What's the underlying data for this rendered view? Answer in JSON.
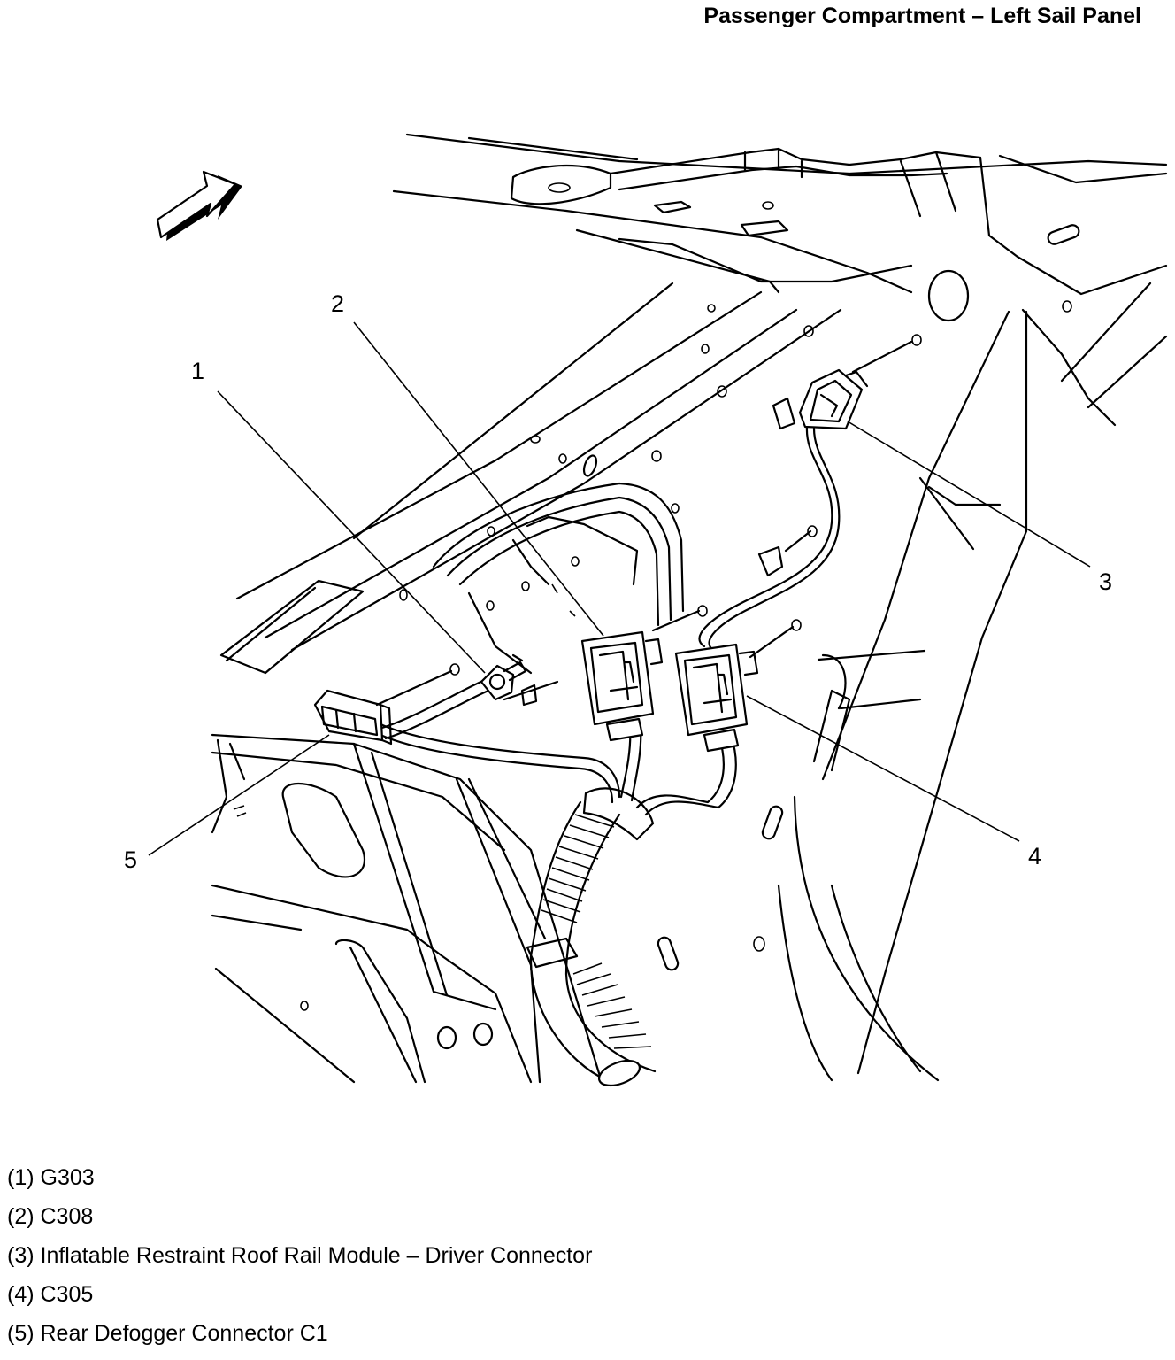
{
  "header": {
    "title": "Passenger Compartment – Left Sail Panel"
  },
  "callouts": [
    {
      "number": "1"
    },
    {
      "number": "2"
    },
    {
      "number": "3"
    },
    {
      "number": "4"
    },
    {
      "number": "5"
    }
  ],
  "legend": [
    {
      "text": "(1) G303"
    },
    {
      "text": "(2) C308"
    },
    {
      "text": "(3) Inflatable Restraint Roof Rail Module – Driver Connector"
    },
    {
      "text": "(4) C305"
    },
    {
      "text": "(5) Rear Defogger Connector C1"
    }
  ],
  "icons": {
    "direction": "view-direction-arrow-icon"
  },
  "colors": {
    "ink": "#000000",
    "background": "#ffffff"
  }
}
